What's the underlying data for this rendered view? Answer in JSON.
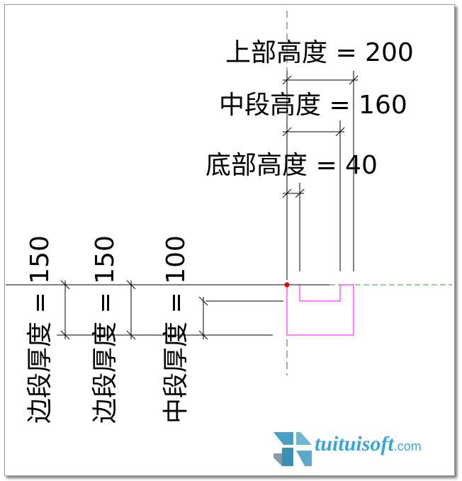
{
  "dimensions": {
    "top_height": "上部高度 = 200",
    "mid_height": "中段高度 = 160",
    "bottom_height": "底部高度 = 40",
    "edge_thickness_1": "边段厚度 = 150",
    "edge_thickness_2": "边段厚度 = 150",
    "mid_thickness": "中段厚度 = 100"
  },
  "logo": {
    "name": "tuituisoft",
    "suffix": ".com"
  },
  "colors": {
    "profile": "#ff00ff",
    "ref_plane": "#008000",
    "origin": "#e00000",
    "logo": "#3aa7d9"
  }
}
